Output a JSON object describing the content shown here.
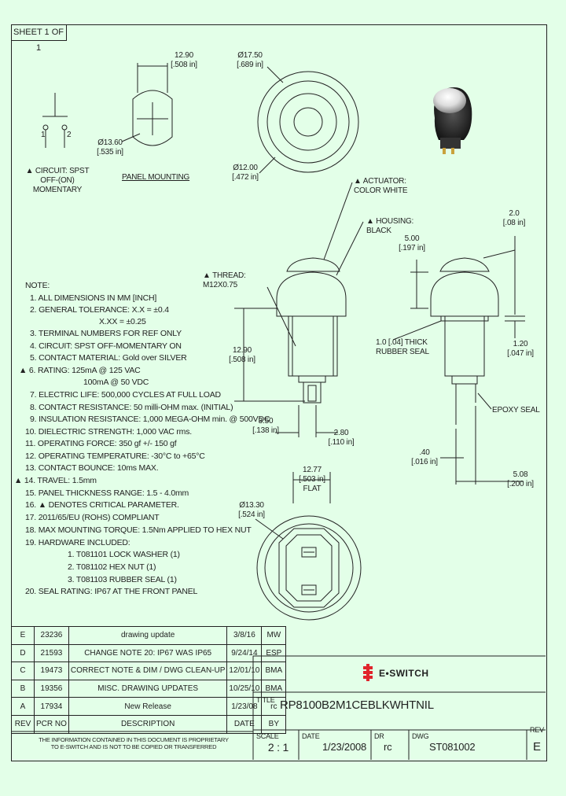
{
  "sheet": "SHEET 1 OF 1",
  "schematic": {
    "pin1": "1",
    "pin2": "2",
    "caption_lines": [
      "▲ CIRCUIT: SPST",
      "OFF-(ON)",
      "MOMENTARY"
    ]
  },
  "panel_mounting": {
    "width_mm": "12.90",
    "width_in": "[.508 in]",
    "dia_mm": "Ø13.60",
    "dia_in": "[.535 in]",
    "caption": "PANEL MOUNTING"
  },
  "top_view": {
    "outer_mm": "Ø17.50",
    "outer_in": "[.689 in]",
    "inner_mm": "Ø12.00",
    "inner_in": "[.472 in]"
  },
  "side_view": {
    "actuator_lines": [
      "▲ ACTUATOR:",
      "COLOR WHITE"
    ],
    "housing_lines": [
      "▲ HOUSING:",
      "BLACK"
    ],
    "thread_lines": [
      "▲ THREAD:",
      "M12X0.75"
    ],
    "height_mm": "12.90",
    "height_in": "[.508 in]",
    "term_w_mm": "3.50",
    "term_w_in": "[.138 in]",
    "term_t_mm": "2.80",
    "term_t_in": "[.110 in]"
  },
  "right_view": {
    "top_mm": "2.0",
    "top_in": "[.08 in]",
    "h_mm": "5.00",
    "h_in": "[.197 in]",
    "seal_lines": [
      "1.0 [.04] THICK",
      "RUBBER SEAL"
    ],
    "nut_mm": "1.20",
    "nut_in": "[.047 in]",
    "epoxy": "EPOXY SEAL",
    "pin_mm": ".40",
    "pin_in": "[.016 in]",
    "pitch_mm": "5.08",
    "pitch_in": "[.200 in]"
  },
  "bottom_view": {
    "flat_mm": "12.77",
    "flat_in": "[.503 in]",
    "flat_label": "FLAT",
    "dia_mm": "Ø13.30",
    "dia_in": "[.524 in]"
  },
  "notes": [
    "NOTE:",
    "1. ALL DIMENSIONS IN MM [INCH]",
    "2. GENERAL TOLERANCE: X.X = ±0.4",
    "X.XX = ±0.25",
    "3. TERMINAL NUMBERS FOR REF ONLY",
    "4. CIRCUIT: SPST OFF-MOMENTARY ON",
    "5. CONTACT MATERIAL: Gold over SILVER",
    "▲ 6. RATING: 125mA @ 125 VAC",
    "100mA @ 50 VDC",
    "7. ELECTRIC LIFE: 500,000 CYCLES AT FULL LOAD",
    "8. CONTACT RESISTANCE: 50 milli-OHM max. (INITIAL)",
    "9. INSULATION RESISTANCE: 1,000 MEGA-OHM min. @ 500VDC",
    "10. DIELECTRIC STRENGTH: 1,000 VAC rms.",
    "11. OPERATING FORCE: 350 gf +/- 150 gf",
    "12. OPERATING TEMPERATURE: -30°C to +65°C",
    "13. CONTACT BOUNCE: 10ms MAX.",
    "▲ 14. TRAVEL: 1.5mm",
    "15. PANEL THICKNESS RANGE: 1.5 - 4.0mm",
    "16. ▲ DENOTES CRITICAL PARAMETER.",
    "17. 2011/65/EU (ROHS) COMPLIANT",
    "18. MAX MOUNTING TORQUE: 1.5Nm APPLIED TO HEX NUT",
    "19. HARDWARE INCLUDED:",
    "1. T081101 LOCK WASHER  (1)",
    "2. T081102 HEX NUT  (1)",
    "3. T081103 RUBBER SEAL  (1)",
    "20. SEAL RATING: IP67 AT THE FRONT PANEL"
  ],
  "revisions": {
    "headers": [
      "REV",
      "PCR NO",
      "DESCRIPTION",
      "DATE",
      "BY"
    ],
    "rows": [
      [
        "E",
        "23236",
        "drawing update",
        "3/8/16",
        "MW"
      ],
      [
        "D",
        "21593",
        "CHANGE NOTE 20: IP67 WAS IP65",
        "9/24/14",
        "ESP"
      ],
      [
        "C",
        "19473",
        "CORRECT NOTE & DIM / DWG CLEAN-UP",
        "12/01/10",
        "BMA"
      ],
      [
        "B",
        "19356",
        "MISC. DRAWING UPDATES",
        "10/25/10",
        "BMA"
      ],
      [
        "A",
        "17934",
        "New Release",
        "1/23/08",
        "rc"
      ]
    ]
  },
  "proprietary": [
    "THE INFORMATION CONTAINED IN THIS DOCUMENT IS PROPRIETARY",
    "TO E-SWITCH AND IS NOT TO BE COPIED OR TRANSFERRED"
  ],
  "title_block": {
    "logo": "E•SWITCH",
    "title_label": "TITLE",
    "title": "RP8100B2M1CEBLKWHTNIL",
    "scale_label": "SCALE",
    "scale": "2 : 1",
    "date_label": "DATE",
    "date": "1/23/2008",
    "dr_label": "DR",
    "dr": "rc",
    "dwg_label": "DWG",
    "dwg": "ST081002",
    "rev_label": "REV",
    "rev": "E"
  },
  "colors": {
    "background": "#e3ffe8",
    "ink": "#222222",
    "logo_red": "#e0252b"
  }
}
